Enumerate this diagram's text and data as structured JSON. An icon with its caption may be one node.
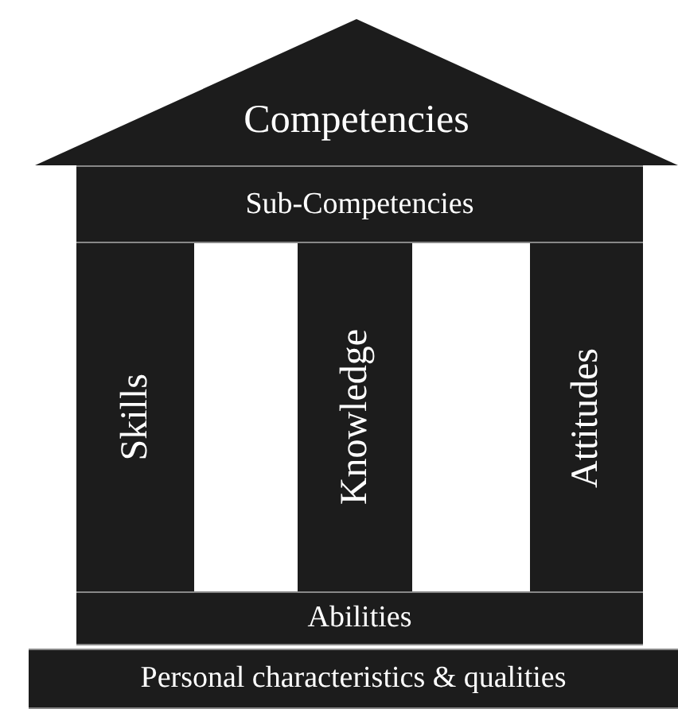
{
  "diagram": {
    "nodes": [
      {
        "text": [
          "Competencies"
        ]
      },
      {
        "text": [
          "Sub-Competencies"
        ]
      },
      {
        "text": [
          "Skills"
        ]
      },
      {
        "text": [
          "Knowledge"
        ]
      },
      {
        "text": [
          "Attitudes"
        ]
      },
      {
        "text": [
          "Abilities"
        ]
      },
      {
        "text": [
          "Personal characteristics & qualities"
        ]
      }
    ]
  }
}
